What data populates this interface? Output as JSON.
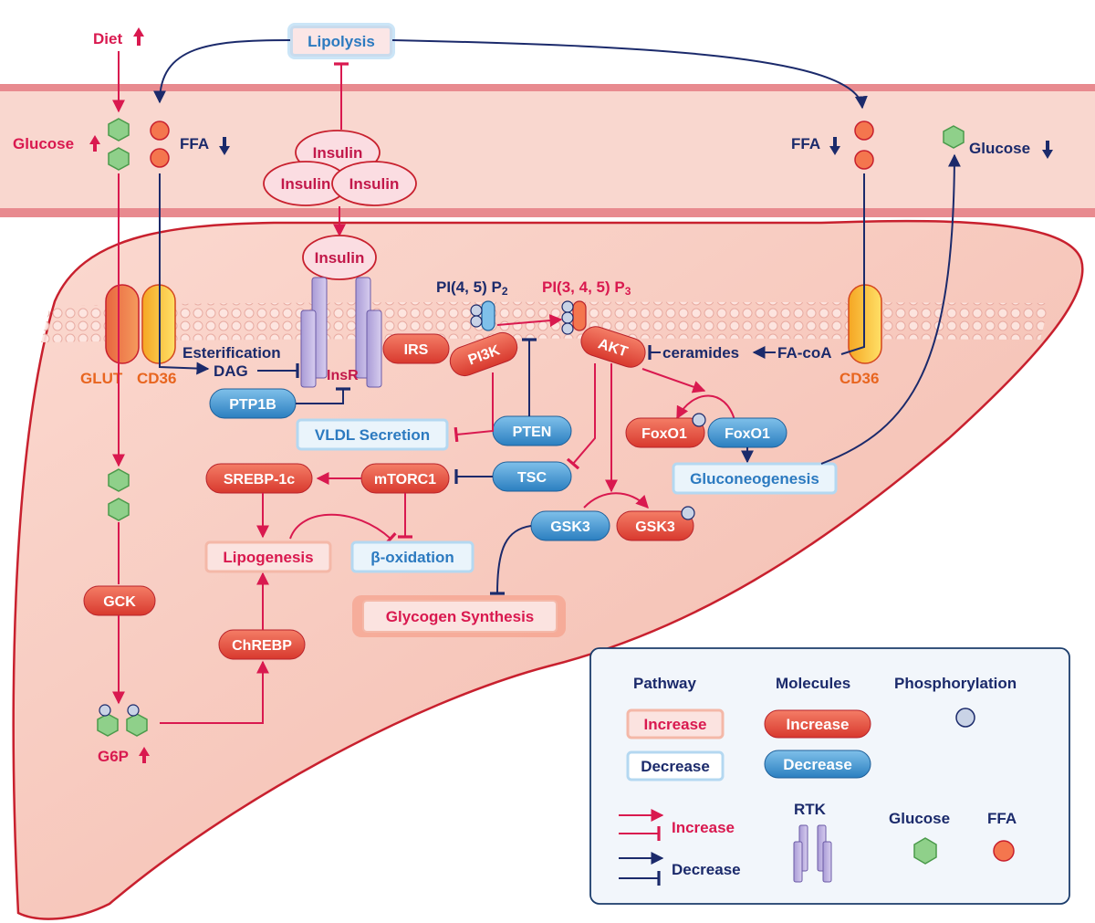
{
  "colors": {
    "increase": "#d9194f",
    "decrease": "#1b2a6b",
    "molecule_increase": "#e8584a",
    "molecule_decrease": "#3d8fcc",
    "liver": "#f7c8bd",
    "membrane": "#f2b8b3"
  },
  "labels": {
    "diet": "Diet",
    "lipolysis": "Lipolysis",
    "glucose_left": "Glucose",
    "ffa_left": "FFA",
    "ffa_right": "FFA",
    "glucose_right": "Glucose",
    "insulin_top": "Insulin",
    "insulin_left": "Insulin",
    "insulin_right": "Insulin",
    "insulin_receptor": "Insulin",
    "pi45p2": "PI(4, 5) P",
    "pi45p2_sub": "2",
    "pi345p3": "PI(3, 4, 5) P",
    "pi345p3_sub": "3",
    "glut": "GLUT",
    "cd36_left": "CD36",
    "cd36_right": "CD36",
    "esterification": "Esterification",
    "dag": "DAG",
    "insr": "InsR",
    "irs": "IRS",
    "pi3k": "PI3K",
    "akt": "AKT",
    "ceramides": "ceramides",
    "facoa": "FA-coA",
    "ptp1b": "PTP1B",
    "vldl": "VLDL Secretion",
    "pten": "PTEN",
    "foxo1_a": "FoxO1",
    "foxo1_b": "FoxO1",
    "gluconeogenesis": "Gluconeogenesis",
    "srebp": "SREBP-1c",
    "mtorc1": "mTORC1",
    "tsc": "TSC",
    "lipogenesis": "Lipogenesis",
    "boxidation": "β-oxidation",
    "gsk3_a": "GSK3",
    "gsk3_b": "GSK3",
    "glycogen": "Glycogen Synthesis",
    "gck": "GCK",
    "chrebp": "ChREBP",
    "g6p": "G6P"
  },
  "legend": {
    "pathway_title": "Pathway",
    "molecules_title": "Molecules",
    "phosphorylation_title": "Phosphorylation",
    "pathway_increase": "Increase",
    "pathway_decrease": "Decrease",
    "molecule_increase": "Increase",
    "molecule_decrease": "Decrease",
    "arrow_increase": "Increase",
    "arrow_decrease": "Decrease",
    "rtk": "RTK",
    "glucose": "Glucose",
    "ffa": "FFA"
  }
}
